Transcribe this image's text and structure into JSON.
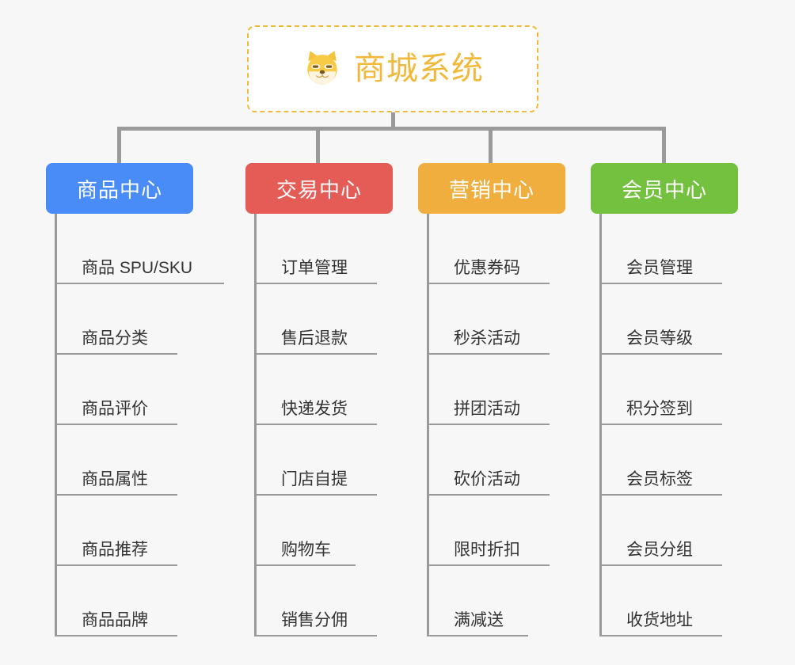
{
  "root": {
    "title": "商城系统",
    "icon": "shiba-dog-icon",
    "border_color": "#f0b93c",
    "text_color": "#f0b93c",
    "background": "#ffffff"
  },
  "canvas": {
    "background": "#f7f7f7",
    "connector_color": "#9a9a9a"
  },
  "columns": [
    {
      "title": "商品中心",
      "color": "#4a8cf7",
      "leaves": [
        {
          "label": "商品 SPU/SKU",
          "width": "w-xl"
        },
        {
          "label": "商品分类",
          "width": "w-md"
        },
        {
          "label": "商品评价",
          "width": "w-md"
        },
        {
          "label": "商品属性",
          "width": "w-md"
        },
        {
          "label": "商品推荐",
          "width": "w-md"
        },
        {
          "label": "商品品牌",
          "width": "w-md"
        }
      ]
    },
    {
      "title": "交易中心",
      "color": "#e55b55",
      "leaves": [
        {
          "label": "订单管理",
          "width": "w-md"
        },
        {
          "label": "售后退款",
          "width": "w-md"
        },
        {
          "label": "快递发货",
          "width": "w-md"
        },
        {
          "label": "门店自提",
          "width": "w-md"
        },
        {
          "label": "购物车",
          "width": "w-sm"
        },
        {
          "label": "销售分佣",
          "width": "w-md"
        }
      ]
    },
    {
      "title": "营销中心",
      "color": "#efae3e",
      "leaves": [
        {
          "label": "优惠券码",
          "width": "w-md"
        },
        {
          "label": "秒杀活动",
          "width": "w-md"
        },
        {
          "label": "拼团活动",
          "width": "w-md"
        },
        {
          "label": "砍价活动",
          "width": "w-md"
        },
        {
          "label": "限时折扣",
          "width": "w-md"
        },
        {
          "label": "满减送",
          "width": "w-sm"
        }
      ]
    },
    {
      "title": "会员中心",
      "color": "#73c13f",
      "leaves": [
        {
          "label": "会员管理",
          "width": "w-md"
        },
        {
          "label": "会员等级",
          "width": "w-md"
        },
        {
          "label": "积分签到",
          "width": "w-md"
        },
        {
          "label": "会员标签",
          "width": "w-md"
        },
        {
          "label": "会员分组",
          "width": "w-md"
        },
        {
          "label": "收货地址",
          "width": "w-md"
        }
      ]
    }
  ]
}
